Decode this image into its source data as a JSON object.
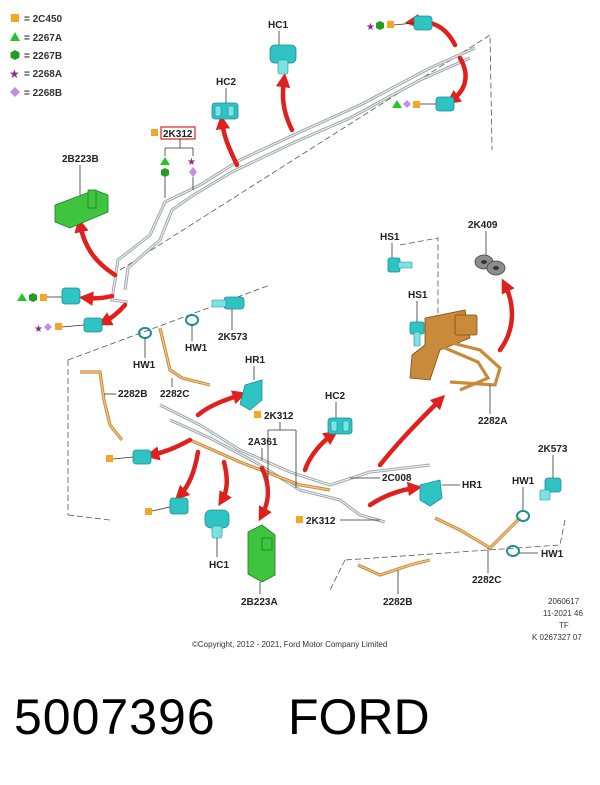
{
  "legend": [
    {
      "code": "= 2C450",
      "shape": "square",
      "color": "#f5a623"
    },
    {
      "code": "= 2267A",
      "shape": "triangle",
      "color": "#27c427"
    },
    {
      "code": "= 2267B",
      "shape": "hexagon",
      "color": "#1f9e1f"
    },
    {
      "code": "= 2268A",
      "shape": "star",
      "color": "#8e2a8e"
    },
    {
      "code": "= 2268B",
      "shape": "diamond",
      "color": "#c48ee8"
    }
  ],
  "labels": {
    "hc1_top": "HC1",
    "hc2_top": "HC2",
    "k312_top": "2K312",
    "b223_top": "2B223B",
    "hs1_a": "HS1",
    "hs1_b": "HS1",
    "k409": "2K409",
    "k573_left": "2K573",
    "hw1_a": "HW1",
    "hw1_b": "HW1",
    "hr1_mid": "HR1",
    "b2282_left": "2282B",
    "c2282_left": "2282C",
    "k312_mid": "2K312",
    "hc2_mid": "HC2",
    "a361": "2A361",
    "c008": "2C008",
    "a2282": "2282A",
    "k573_right": "2K573",
    "hw1_right": "HW1",
    "hr1_right": "HR1",
    "k312_low": "2K312",
    "hw1_low": "HW1",
    "c2282_right": "2282C",
    "hc1_bottom": "HC1",
    "b223_bottom": "2B223A",
    "b2282_bottom": "2282B"
  },
  "stamp": {
    "line1": "2060617",
    "line2": "11-2021 46",
    "line3": "TF",
    "line4": "K 0267327 07"
  },
  "copyright": "©Copyright, 2012 - 2021, Ford Motor Company Limited",
  "part_number": "5007396",
  "brand": "FORD",
  "colors": {
    "arrow": "#e0201c",
    "part_cyan": "#2fc4c4",
    "part_green": "#3ec43e",
    "copper": "#c98a3a",
    "highlight_box": "#e0201c"
  }
}
